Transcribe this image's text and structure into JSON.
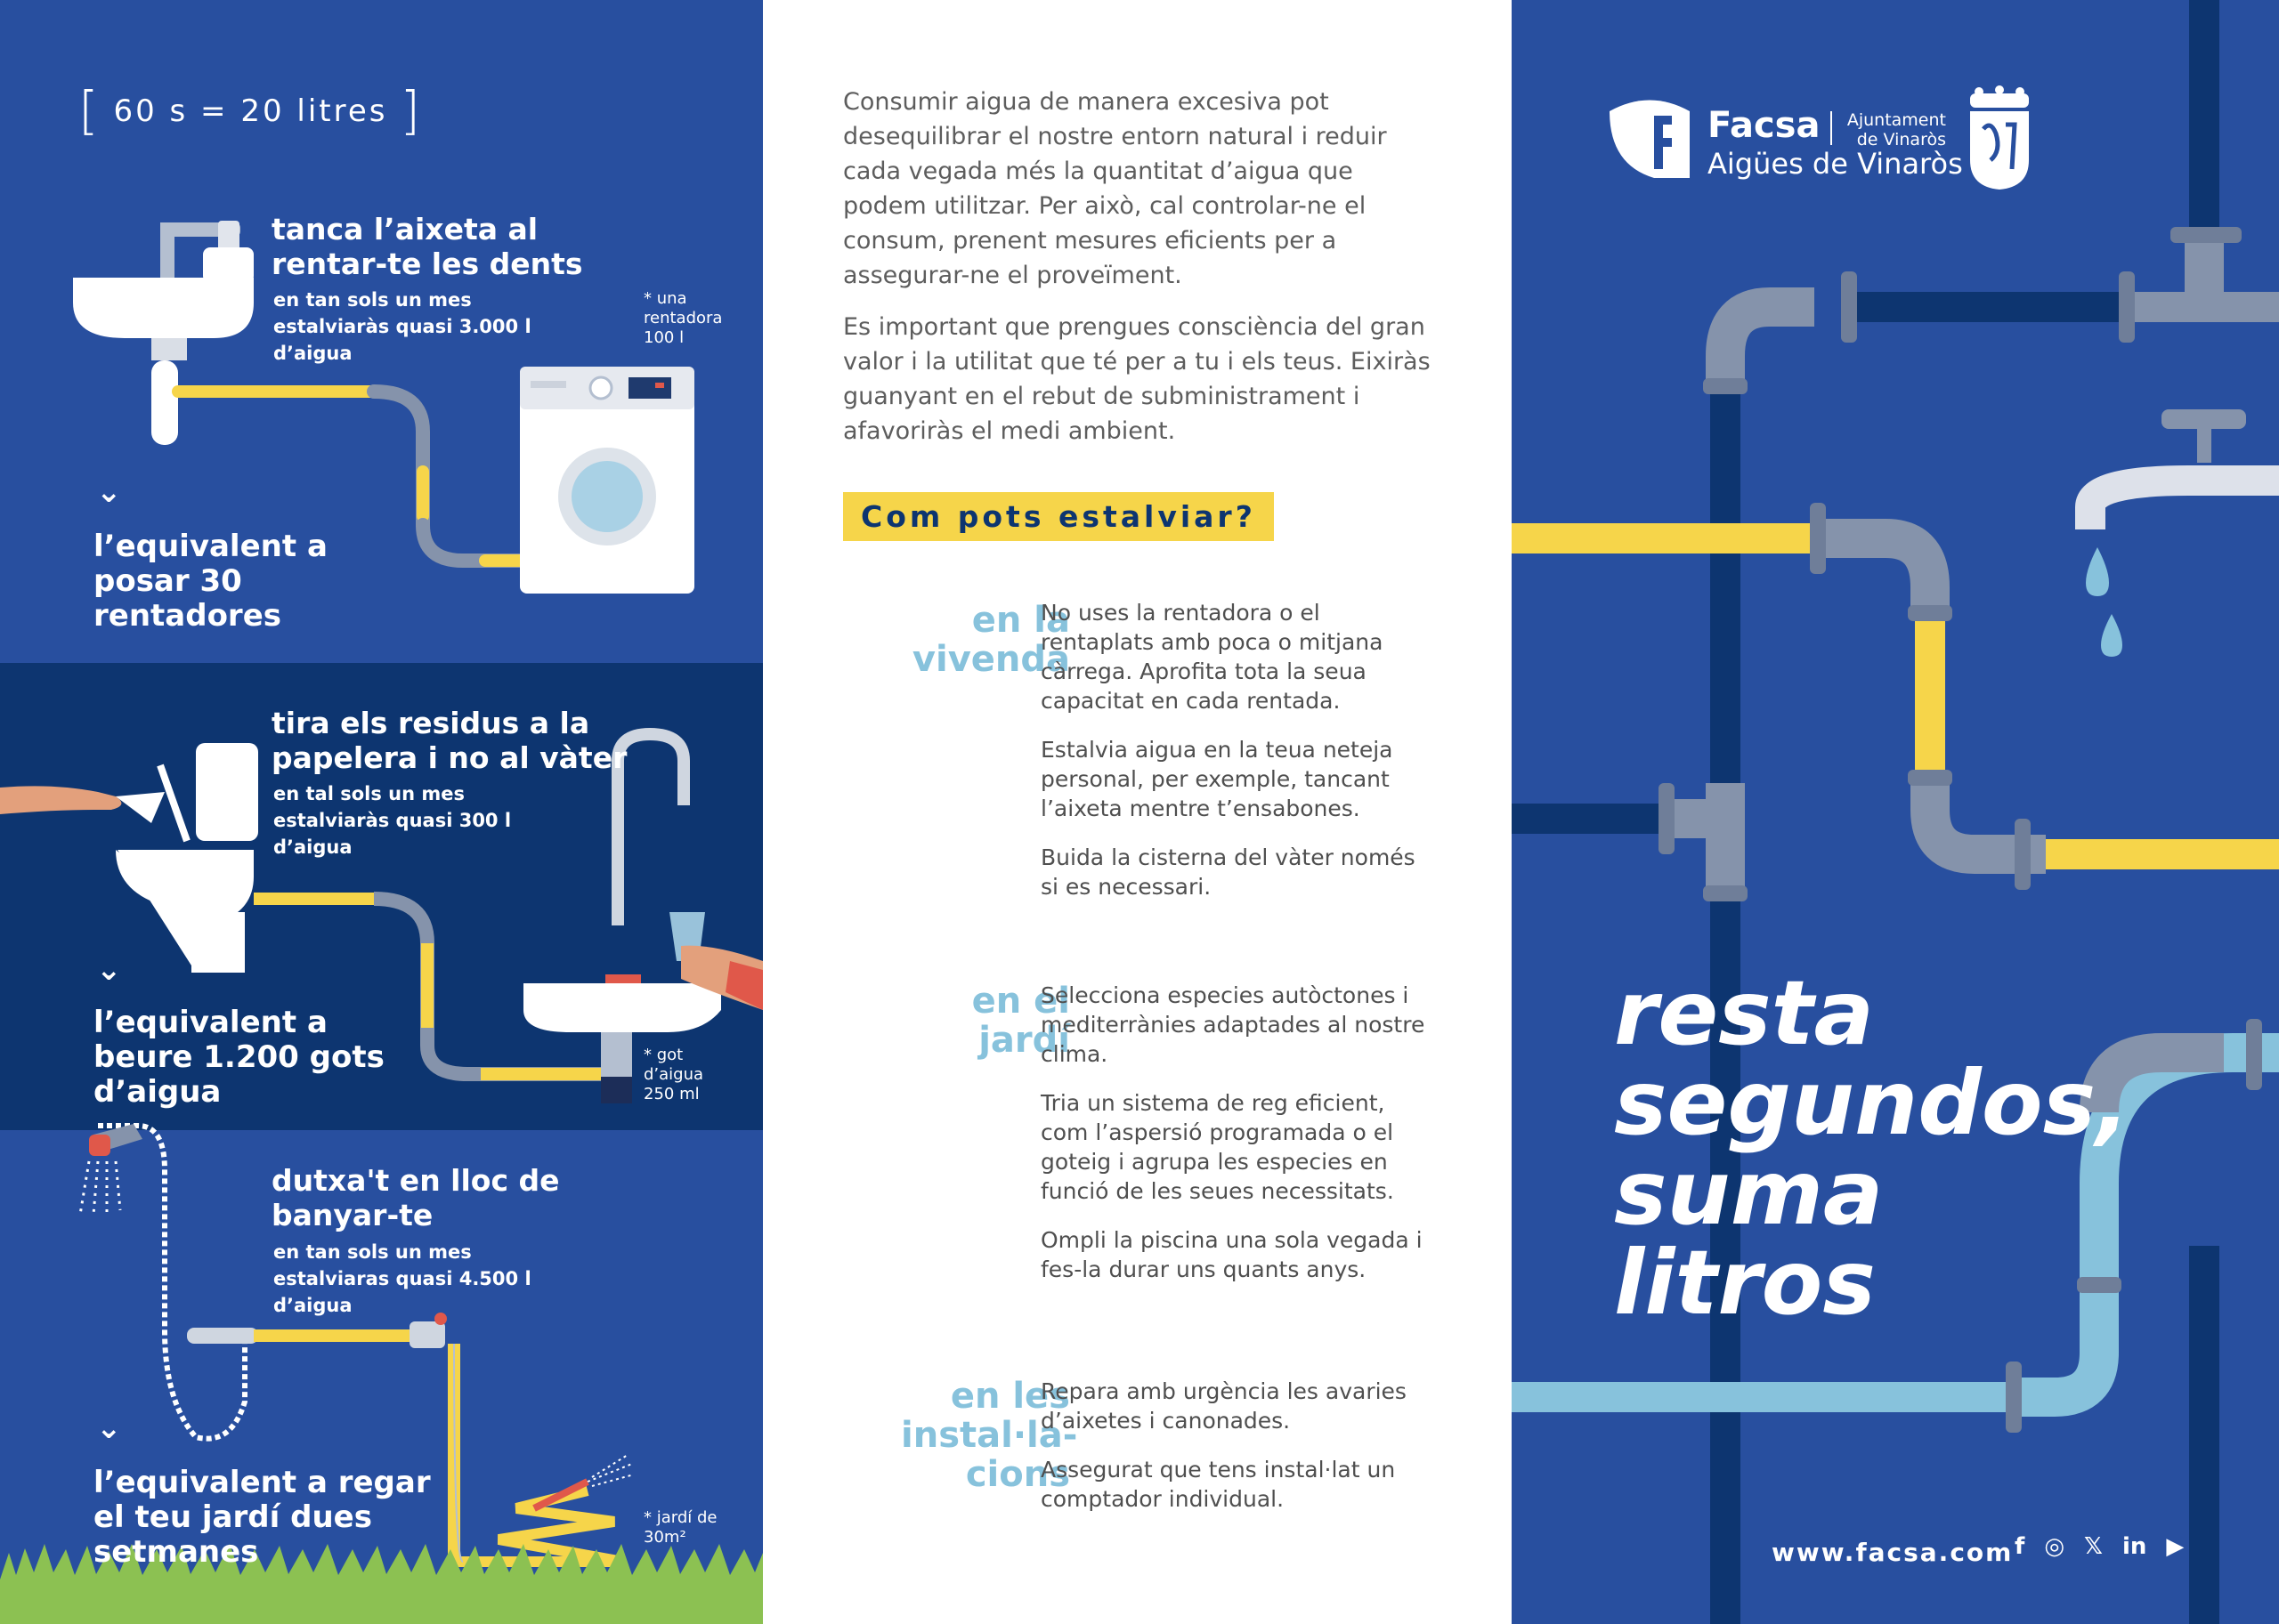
{
  "left": {
    "ratio_label": "60 s = 20 litres",
    "tip1": {
      "title": "tanca l’aixeta al rentar-te les dents",
      "detail": "en tan sols un mes estalviaràs quasi 3.000 l d’aigua",
      "note": "* una rentadora 100 l",
      "equivalent": "l’equivalent a posar 30 rentadores"
    },
    "tip2": {
      "title": "tira els residus a la papelera i no al vàter",
      "detail": "en tal sols un mes estalviaràs quasi 300 l d’aigua",
      "note": "* got d’aigua 250 ml",
      "equivalent": "l’equivalent a beure 1.200 gots d’aigua"
    },
    "tip3": {
      "title": "dutxa't en lloc de banyar-te",
      "detail": "en tan sols un mes estalviaras quasi 4.500 l d’aigua",
      "note": "* jardí de 30m²",
      "equivalent": "l’equivalent a regar el teu jardí dues setmanes"
    },
    "icons": [
      "sink-icon",
      "washing-machine-icon",
      "toilet-icon",
      "hand-icon",
      "glass-icon",
      "shower-icon",
      "tap-icon",
      "hose-icon",
      "grass-icon",
      "chevron-down-icon"
    ]
  },
  "middle": {
    "intro_p1": "Consumir aigua de manera excesiva pot desequilibrar el nostre entorn natural i reduir cada vegada més la quantitat d’aigua que podem utilitzar. Per això, cal controlar-ne el consum, prenent mesures eficients per a assegurar-ne el proveïment.",
    "intro_p2": "Es important que prengues consciència del gran valor i la utilitat que té per a tu i els teus. Eixiràs guanyant en el rebut de subministrament i afavoriràs el medi ambient.",
    "question": "Com pots estalviar?",
    "sections": [
      {
        "heading": "en la vivenda",
        "paragraphs": [
          "No uses la rentadora o el rentaplats amb poca o mitjana càrrega. Aprofita tota la seua capacitat en cada rentada.",
          "Estalvia aigua en la teua neteja personal, per exemple, tancant l’aixeta mentre t’ensabones.",
          "Buida la cisterna del vàter només si es necessari."
        ]
      },
      {
        "heading": "en el jardí",
        "paragraphs": [
          "Selecciona especies autòctones i mediterrànies adaptades al nostre clima.",
          "Tria un sistema de reg eficient, com l’aspersió programada o el goteig i agrupa les especies en funció de les seues necessitats.",
          "Ompli la piscina una sola vegada i fes-la durar uns quants anys."
        ]
      },
      {
        "heading": "en les instal·la- cions",
        "paragraphs": [
          "Repara amb urgència les avaries d’aixetes i canonades.",
          "Assegurat que tens instal·lat un comptador individual."
        ]
      }
    ]
  },
  "right": {
    "brand": "Facsa",
    "brand_sub": "Aigües de Vinaròs",
    "council_line1": "Ajuntament",
    "council_line2": "de Vinaròs",
    "slogan": [
      "resta",
      "segundos,",
      "suma",
      "litros"
    ],
    "website": "www.facsa.com",
    "social_icons": [
      "facebook-icon",
      "instagram-icon",
      "x-icon",
      "linkedin-icon",
      "youtube-icon"
    ],
    "social_glyphs": [
      "f",
      "◎",
      "𝕏",
      "in",
      "▶"
    ]
  },
  "colors": {
    "blue": "#284f9f",
    "navy": "#0d3570",
    "yellow": "#f6d54a",
    "light_blue": "#87c2dc",
    "grey_pipe": "#8593ab"
  }
}
